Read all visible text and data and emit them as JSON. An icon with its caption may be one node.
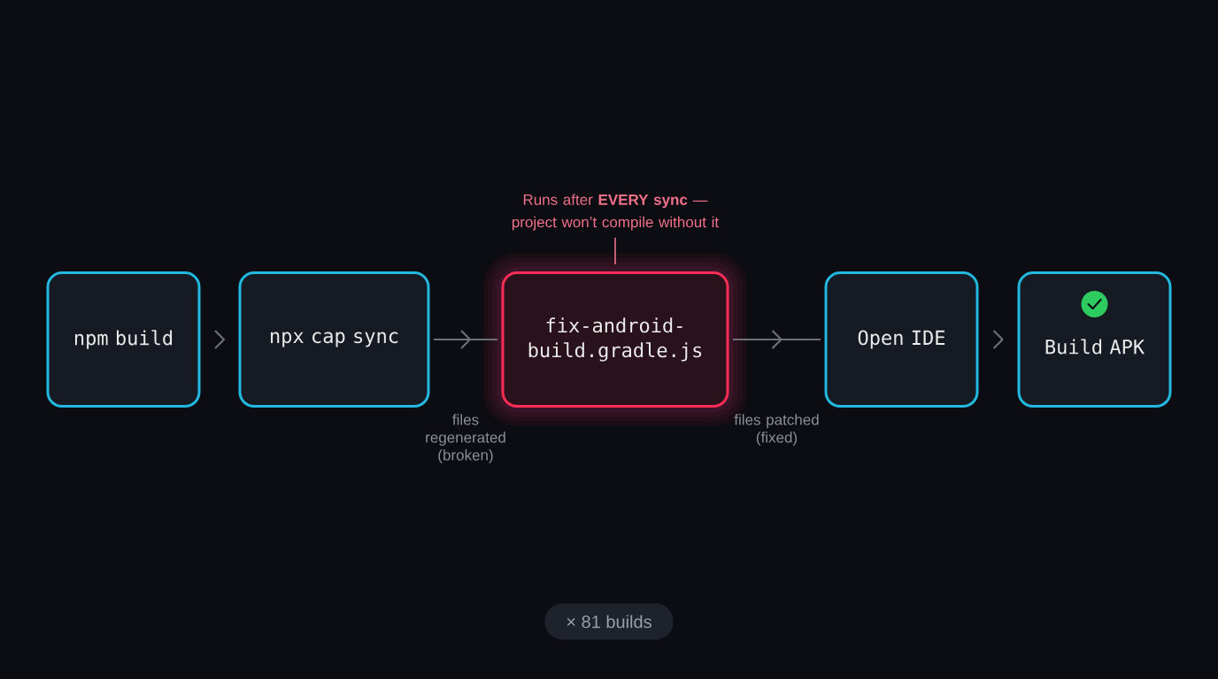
{
  "diagram": {
    "nodes": [
      {
        "text": [
          "npm build"
        ]
      },
      {
        "text": [
          "npx cap sync"
        ]
      },
      {
        "text": [
          "fix-android-build.gradle.js"
        ]
      },
      {
        "text": [
          "Open IDE"
        ]
      },
      {
        "text": [
          "Build APK"
        ]
      },
      {
        "text": [
          "Runs after **EVERY sync** — project won’t compile without it"
        ]
      },
      {
        "text": [
          "× 81 builds"
        ]
      }
    ],
    "edges": [
      {
        "from": 0,
        "to": 1,
        "arrow": "to"
      },
      {
        "from": 1,
        "to": 2,
        "arrow": "to",
        "label": "files regenerated (broken)"
      },
      {
        "from": 2,
        "to": 3,
        "arrow": "to",
        "label": "files patched (fixed)"
      },
      {
        "from": 3,
        "to": 4,
        "arrow": "to"
      },
      {
        "from": 5,
        "to": 2,
        "arrow": "none",
        "color": "#f0708a"
      }
    ]
  }
}
